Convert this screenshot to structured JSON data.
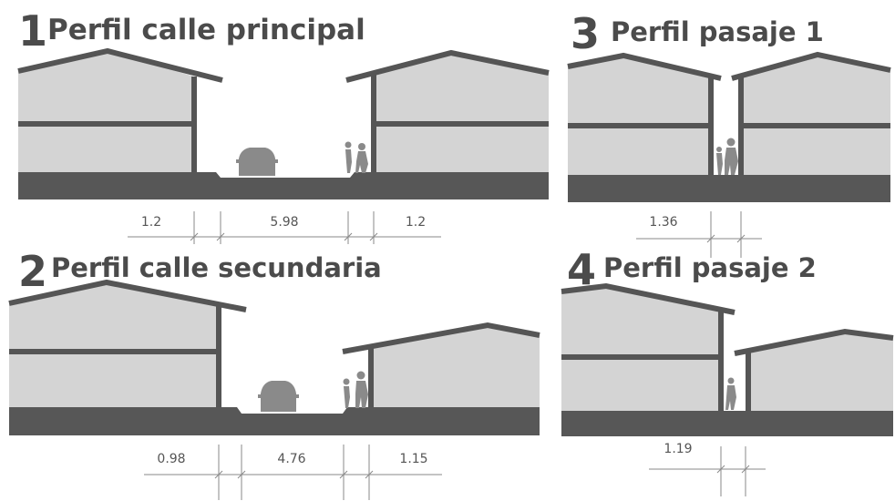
{
  "profiles": [
    {
      "number": "1",
      "title": "Perfil calle principal",
      "dims": [
        "1.2",
        "5.98",
        "1.2"
      ]
    },
    {
      "number": "2",
      "title": "Perfil calle secundaria",
      "dims": [
        "0.98",
        "4.76",
        "1.15"
      ]
    },
    {
      "number": "3",
      "title": "Perfil pasaje 1",
      "dims": [
        "1.36"
      ]
    },
    {
      "number": "4",
      "title": "Perfil pasaje 2",
      "dims": [
        "1.19"
      ]
    }
  ],
  "colors": {
    "title": "#4b4b4b",
    "building_fill": "#d4d4d4",
    "building_outline": "#555555",
    "ground": "#575757",
    "dimension_lines": "#8a8a8a"
  }
}
